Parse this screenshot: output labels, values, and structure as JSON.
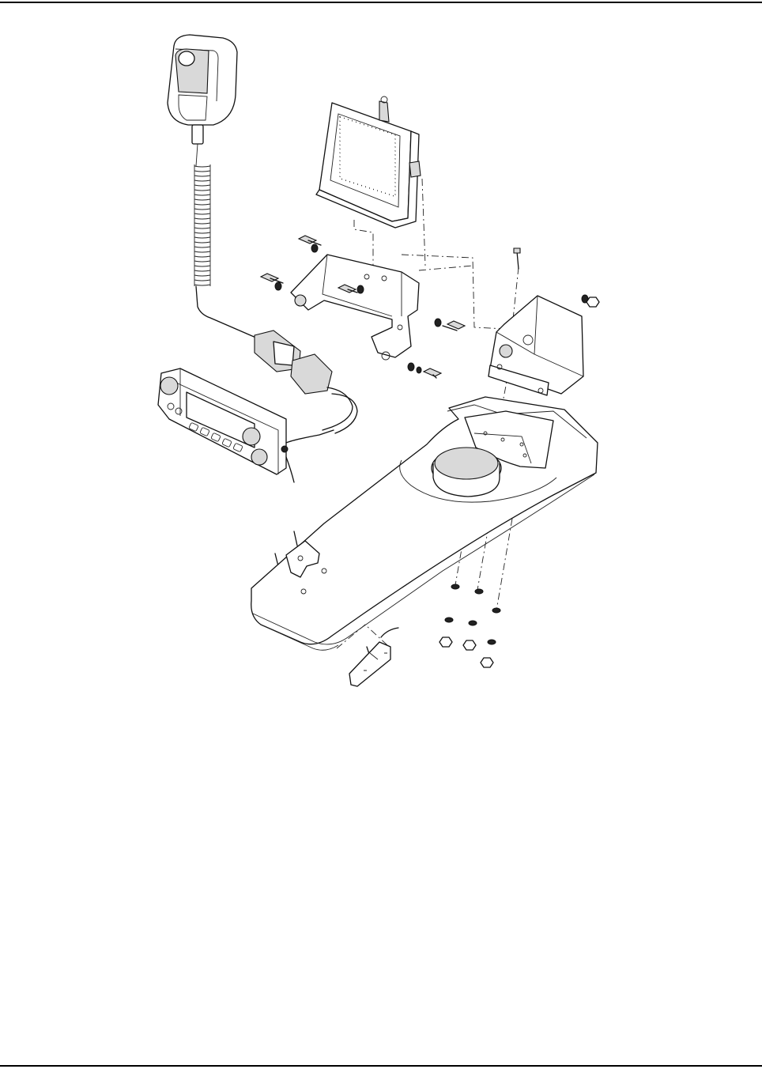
{
  "page": {
    "header_rule": true,
    "footer_rule": true
  },
  "diagram": {
    "type": "exploded-installation-view",
    "components": [
      "microphone-icon",
      "coiled-cord",
      "cable-connector",
      "control-head",
      "speaker-icon",
      "speaker-bracket",
      "mounting-bracket",
      "console-pedestal",
      "floor-plate",
      "hardware-screws",
      "hardware-washers",
      "hardware-nuts"
    ],
    "colors": {
      "line": "#111111",
      "background": "#ffffff",
      "shade": "#d9d9d9"
    }
  }
}
